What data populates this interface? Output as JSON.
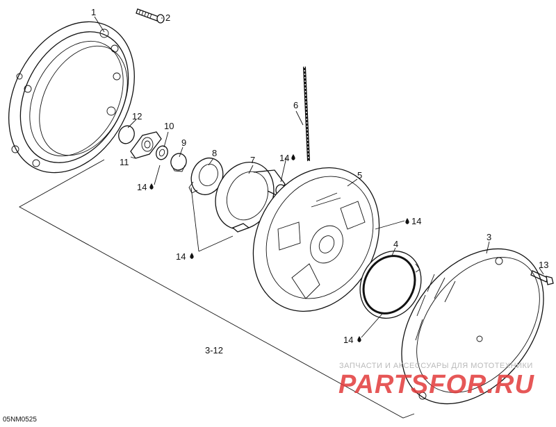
{
  "diagram": {
    "reference_code": "05NM0525",
    "callouts": {
      "c1": "1",
      "c2": "2",
      "c3": "3",
      "c4": "4",
      "c5": "5",
      "c6": "6",
      "c7": "7",
      "c8": "8",
      "c9": "9",
      "c10": "10",
      "c11": "11",
      "c12": "12",
      "c13": "13",
      "c14a": "14",
      "c14b": "14",
      "c14c": "14",
      "c14d": "14",
      "c14e": "14",
      "c312": "3-12"
    }
  },
  "watermark": {
    "tagline": "ЗАПЧАСТИ И АКСЕССУАРЫ ДЛЯ МОТОТЕХНИКИ",
    "logo": "PARTSFOR.RU",
    "colors": {
      "tagline": "#b9b9b9",
      "logo": "#e23a3a"
    }
  }
}
